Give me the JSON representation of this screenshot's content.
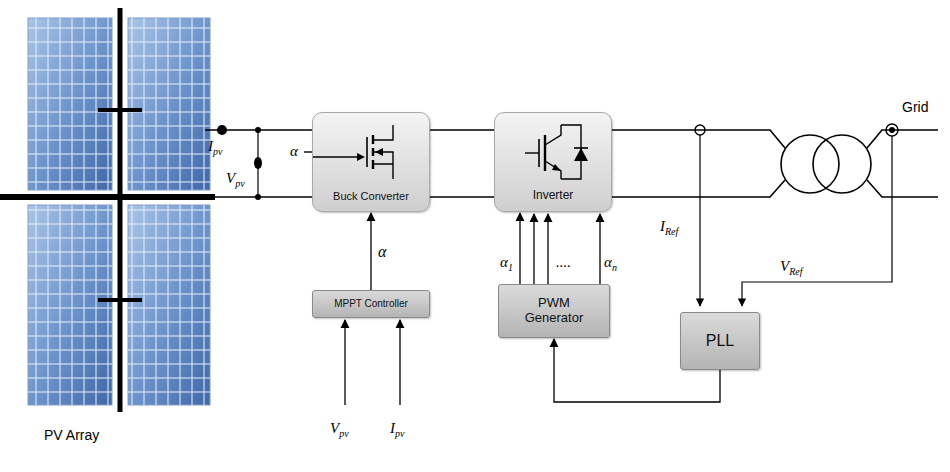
{
  "diagram": {
    "nodes": [
      {
        "text": [
          "Buck Converter"
        ]
      },
      {
        "text": [
          "Inverter"
        ]
      },
      {
        "text": [
          "MPPT Controller"
        ]
      },
      {
        "text": [
          "PWM Generator"
        ]
      },
      {
        "text": [
          "PLL"
        ]
      }
    ],
    "edges": [
      {
        "from": 2,
        "to": 0,
        "arrow": "to",
        "label": "α"
      },
      {
        "from": 0,
        "to": 1,
        "arrow": "none"
      },
      {
        "from": 0,
        "to": 1,
        "arrow": "none"
      },
      {
        "from": 3,
        "to": 1,
        "arrow": "to"
      },
      {
        "from": 4,
        "to": 3,
        "arrow": "to"
      }
    ],
    "labels": [
      "α",
      "Ipv",
      "Vpv",
      "PV Array",
      "Vpv",
      "Ipv",
      "α1",
      "....",
      "αn",
      "IRef",
      "VRef",
      "Grid"
    ]
  }
}
